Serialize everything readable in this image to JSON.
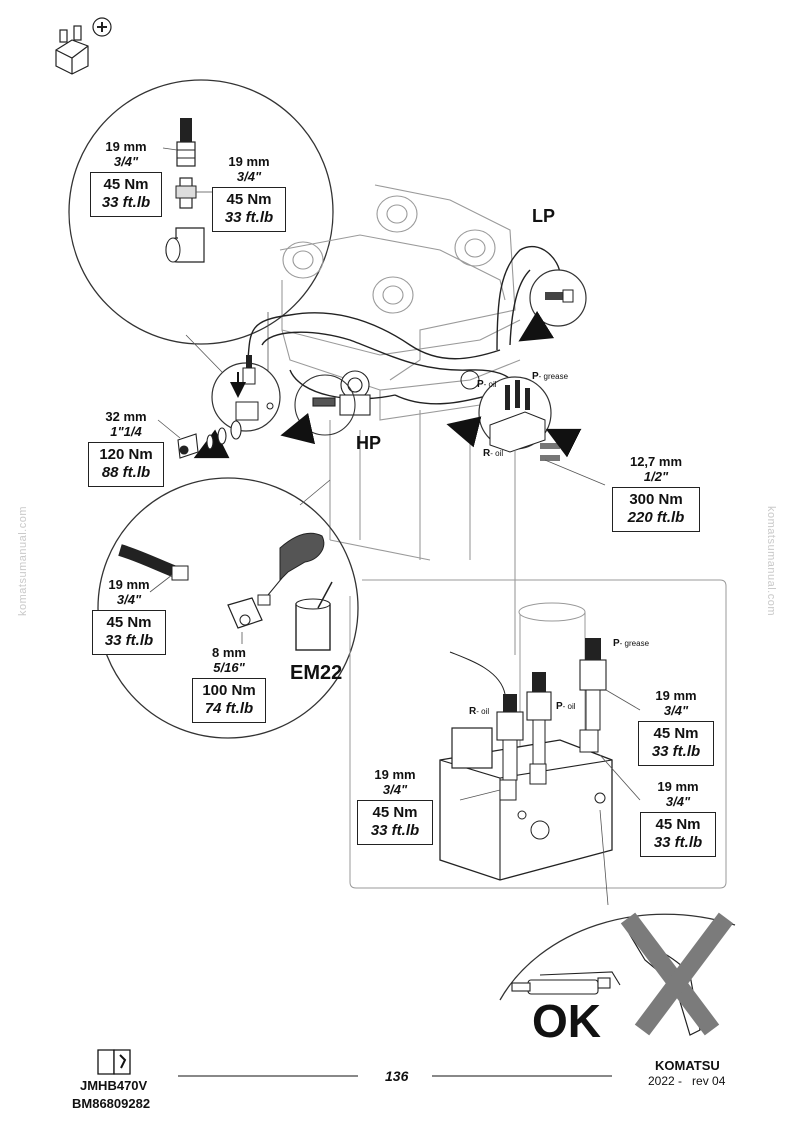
{
  "labels": {
    "lp": "LP",
    "hp": "HP",
    "em22": "EM22",
    "ok": "OK"
  },
  "ports": {
    "p_oil": {
      "main": "P",
      "sub": "- oil"
    },
    "p_grease": {
      "main": "P",
      "sub": "- grease"
    },
    "r_oil": {
      "main": "R",
      "sub": "- oil"
    }
  },
  "specs": [
    {
      "size": "19 mm",
      "inch": "3/4\"",
      "torque_nm": "45 Nm",
      "torque_ft": "33 ft.lb"
    },
    {
      "size": "19 mm",
      "inch": "3/4\"",
      "torque_nm": "45 Nm",
      "torque_ft": "33 ft.lb"
    },
    {
      "size": "32 mm",
      "inch": "1\"1/4",
      "torque_nm": "120 Nm",
      "torque_ft": "88 ft.lb"
    },
    {
      "size": "12,7 mm",
      "inch": "1/2\"",
      "torque_nm": "300 Nm",
      "torque_ft": "220 ft.lb"
    },
    {
      "size": "19 mm",
      "inch": "3/4\"",
      "torque_nm": "45 Nm",
      "torque_ft": "33 ft.lb"
    },
    {
      "size": "8 mm",
      "inch": "5/16\"",
      "torque_nm": "100 Nm",
      "torque_ft": "74 ft.lb"
    },
    {
      "size": "19 mm",
      "inch": "3/4\"",
      "torque_nm": "45 Nm",
      "torque_ft": "33 ft.lb"
    },
    {
      "size": "19 mm",
      "inch": "3/4\"",
      "torque_nm": "45 Nm",
      "torque_ft": "33 ft.lb"
    },
    {
      "size": "19 mm",
      "inch": "3/4\"",
      "torque_nm": "45 Nm",
      "torque_ft": "33 ft.lb"
    }
  ],
  "watermark": "komatsumanual.com",
  "footer": {
    "model": "JMHB470V",
    "doc_code": "BM86809282",
    "page": "136",
    "brand": "KOMATSU",
    "revision": "2022 -   rev 04"
  }
}
